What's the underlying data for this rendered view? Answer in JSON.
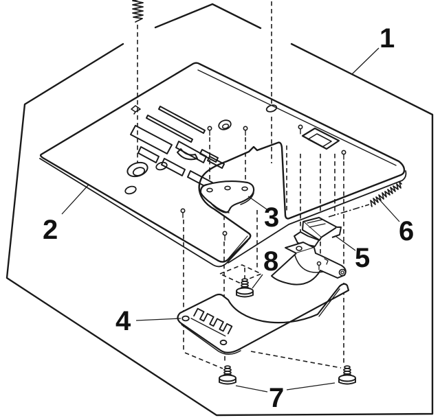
{
  "diagram": {
    "callouts": [
      {
        "label": "1"
      },
      {
        "label": "2"
      },
      {
        "label": "3"
      },
      {
        "label": "4"
      },
      {
        "label": "5"
      },
      {
        "label": "6"
      },
      {
        "label": "7"
      },
      {
        "label": "8"
      }
    ]
  },
  "colors": {
    "background": "#ffffff",
    "line": "#1a1a1a"
  }
}
